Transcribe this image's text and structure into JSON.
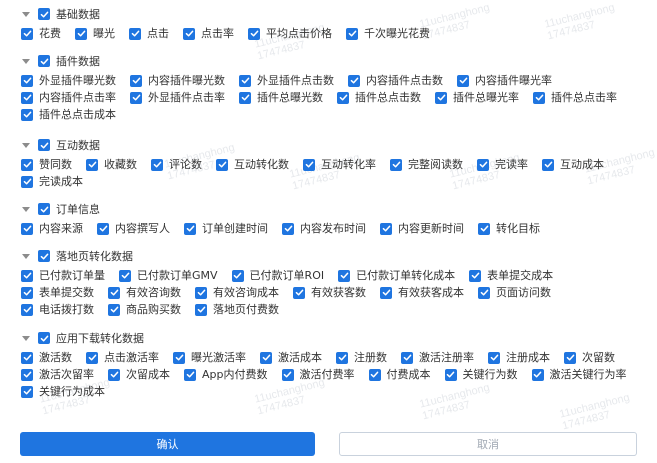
{
  "watermark": {
    "name": "11uchanghong",
    "id": "17474837"
  },
  "sections": [
    {
      "title": "基础数据",
      "items": [
        "花费",
        "曝光",
        "点击",
        "点击率",
        "平均点击价格",
        "千次曝光花费"
      ]
    },
    {
      "title": "插件数据",
      "items": [
        "外显插件曝光数",
        "内容插件曝光数",
        "外显插件点击数",
        "内容插件点击数",
        "内容插件曝光率",
        "内容插件点击率",
        "外显插件点击率",
        "插件总曝光数",
        "插件总点击数",
        "插件总曝光率",
        "插件总点击率",
        "插件总点击成本"
      ]
    },
    {
      "title": "互动数据",
      "items": [
        "赞同数",
        "收藏数",
        "评论数",
        "互动转化数",
        "互动转化率",
        "完整阅读数",
        "完读率",
        "互动成本",
        "完读成本"
      ]
    },
    {
      "title": "订单信息",
      "items": [
        "内容来源",
        "内容撰写人",
        "订单创建时间",
        "内容发布时间",
        "内容更新时间",
        "转化目标"
      ]
    },
    {
      "title": "落地页转化数据",
      "items": [
        "已付款订单量",
        "已付款订单GMV",
        "已付款订单ROI",
        "已付款订单转化成本",
        "表单提交成本",
        "表单提交数",
        "有效咨询数",
        "有效咨询成本",
        "有效获客数",
        "有效获客成本",
        "页面访问数",
        "电话拨打数",
        "商品购买数",
        "落地页付费数"
      ]
    },
    {
      "title": "应用下载转化数据",
      "items": [
        "激活数",
        "点击激活率",
        "曝光激活率",
        "激活成本",
        "注册数",
        "激活注册率",
        "注册成本",
        "次留数",
        "激活次留率",
        "次留成本",
        "App内付费数",
        "激活付费率",
        "付费成本",
        "关键行为数",
        "激活关键行为率",
        "关键行为成本"
      ]
    }
  ],
  "buttons": {
    "confirm": "确认",
    "cancel": "取消"
  }
}
